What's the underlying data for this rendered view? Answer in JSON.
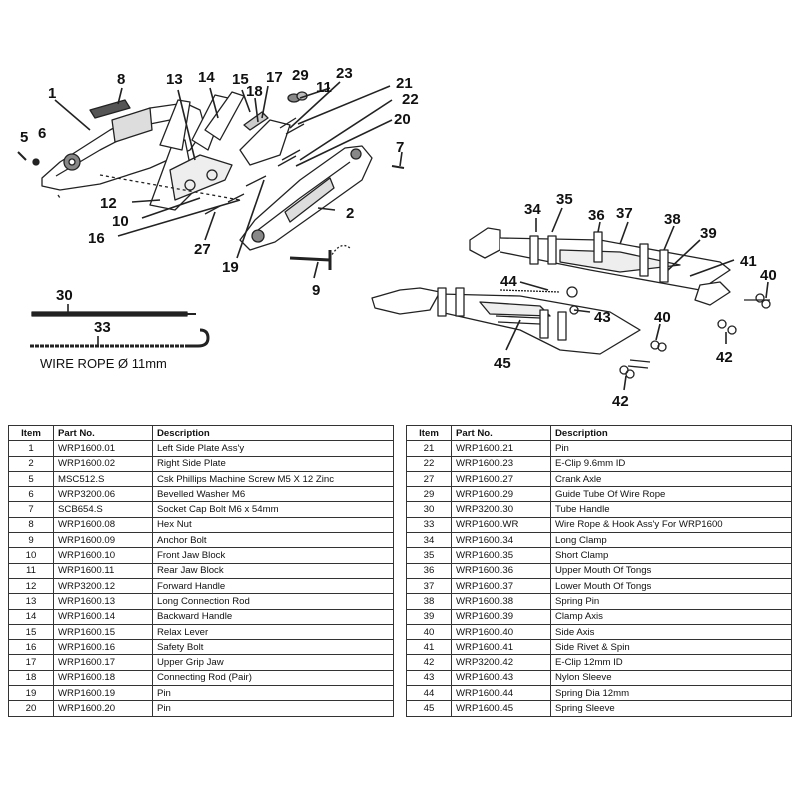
{
  "diagram": {
    "callouts": [
      "1",
      "2",
      "5",
      "6",
      "7",
      "8",
      "9",
      "10",
      "11",
      "12",
      "13",
      "14",
      "15",
      "16",
      "17",
      "18",
      "19",
      "20",
      "21",
      "22",
      "23",
      "27",
      "29",
      "30",
      "33",
      "34",
      "35",
      "36",
      "37",
      "38",
      "39",
      "40",
      "40",
      "41",
      "42",
      "42",
      "43",
      "44",
      "45"
    ],
    "wire_rope_caption": "WIRE ROPE Ø 11mm"
  },
  "tables": {
    "headers": {
      "item": "Item",
      "part_no": "Part No.",
      "description": "Description"
    },
    "left": [
      {
        "item": "1",
        "part": "WRP1600.01",
        "desc": "Left Side Plate Ass'y"
      },
      {
        "item": "2",
        "part": "WRP1600.02",
        "desc": "Right Side Plate"
      },
      {
        "item": "5",
        "part": "MSC512.S",
        "desc": "Csk Phillips Machine Screw M5 X 12 Zinc"
      },
      {
        "item": "6",
        "part": "WRP3200.06",
        "desc": "Bevelled Washer M6"
      },
      {
        "item": "7",
        "part": "SCB654.S",
        "desc": "Socket Cap Bolt M6 x 54mm"
      },
      {
        "item": "8",
        "part": "WRP1600.08",
        "desc": "Hex Nut"
      },
      {
        "item": "9",
        "part": "WRP1600.09",
        "desc": "Anchor Bolt"
      },
      {
        "item": "10",
        "part": "WRP1600.10",
        "desc": "Front Jaw Block"
      },
      {
        "item": "11",
        "part": "WRP1600.11",
        "desc": "Rear Jaw Block"
      },
      {
        "item": "12",
        "part": "WRP3200.12",
        "desc": "Forward Handle"
      },
      {
        "item": "13",
        "part": "WRP1600.13",
        "desc": "Long Connection Rod"
      },
      {
        "item": "14",
        "part": "WRP1600.14",
        "desc": "Backward Handle"
      },
      {
        "item": "15",
        "part": "WRP1600.15",
        "desc": "Relax Lever"
      },
      {
        "item": "16",
        "part": "WRP1600.16",
        "desc": "Safety Bolt"
      },
      {
        "item": "17",
        "part": "WRP1600.17",
        "desc": "Upper Grip Jaw"
      },
      {
        "item": "18",
        "part": "WRP1600.18",
        "desc": "Connecting Rod (Pair)"
      },
      {
        "item": "19",
        "part": "WRP1600.19",
        "desc": "Pin"
      },
      {
        "item": "20",
        "part": "WRP1600.20",
        "desc": "Pin"
      }
    ],
    "right": [
      {
        "item": "21",
        "part": "WRP1600.21",
        "desc": "Pin"
      },
      {
        "item": "22",
        "part": "WRP1600.23",
        "desc": "E-Clip 9.6mm ID"
      },
      {
        "item": "27",
        "part": "WRP1600.27",
        "desc": "Crank Axle"
      },
      {
        "item": "29",
        "part": "WRP1600.29",
        "desc": "Guide Tube Of Wire Rope"
      },
      {
        "item": "30",
        "part": "WRP3200.30",
        "desc": "Tube Handle"
      },
      {
        "item": "33",
        "part": "WRP1600.WR",
        "desc": "Wire Rope & Hook Ass'y For WRP1600"
      },
      {
        "item": "34",
        "part": "WRP1600.34",
        "desc": "Long Clamp"
      },
      {
        "item": "35",
        "part": "WRP1600.35",
        "desc": "Short Clamp"
      },
      {
        "item": "36",
        "part": "WRP1600.36",
        "desc": "Upper Mouth Of Tongs"
      },
      {
        "item": "37",
        "part": "WRP1600.37",
        "desc": "Lower Mouth Of Tongs"
      },
      {
        "item": "38",
        "part": "WRP1600.38",
        "desc": "Spring Pin"
      },
      {
        "item": "39",
        "part": "WRP1600.39",
        "desc": "Clamp Axis"
      },
      {
        "item": "40",
        "part": "WRP1600.40",
        "desc": "Side Axis"
      },
      {
        "item": "41",
        "part": "WRP1600.41",
        "desc": "Side Rivet & Spin"
      },
      {
        "item": "42",
        "part": "WRP3200.42",
        "desc": "E-Clip 12mm ID"
      },
      {
        "item": "43",
        "part": "WRP1600.43",
        "desc": "Nylon Sleeve"
      },
      {
        "item": "44",
        "part": "WRP1600.44",
        "desc": "Spring Dia 12mm"
      },
      {
        "item": "45",
        "part": "WRP1600.45",
        "desc": "Spring Sleeve"
      }
    ]
  }
}
